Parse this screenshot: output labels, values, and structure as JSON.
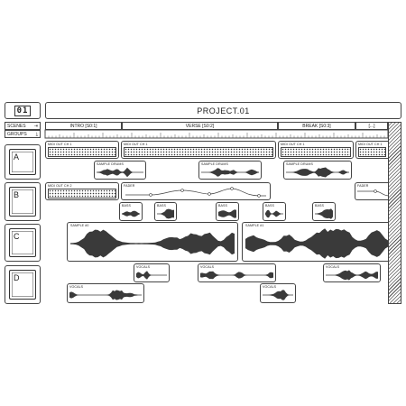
{
  "project_title": "PROJECT.01",
  "logo_text": "01",
  "header_rows": {
    "scenes": "SCENES",
    "groups": "GROUPS"
  },
  "scenes": [
    {
      "label": "INTRO [S0:1]"
    },
    {
      "label": "VERSE [S0:2]"
    },
    {
      "label": "BREAK [S0:3]"
    },
    {
      "label": "[...]"
    }
  ],
  "tracks": [
    {
      "key": "A"
    },
    {
      "key": "B"
    },
    {
      "key": "C"
    },
    {
      "key": "D"
    }
  ],
  "clips": {
    "midi_a": [
      "MIDI OUT CH 1",
      "MIDI OUT CH 1",
      "MIDI OUT CH 1",
      "MIDI OUT CH 1"
    ],
    "drums": [
      "SAMPLE DRUMS",
      "SAMPLE DRUMS",
      "SAMPLE DRUMS"
    ],
    "midi_b": "MIDI OUT CH 2",
    "faders": [
      "FADER",
      "FADER"
    ],
    "bass": [
      "BASS",
      "BASS",
      "BASS",
      "BASS",
      "BASS"
    ],
    "samples_c": [
      "SAMPLE #0",
      "SAMPLE #1"
    ],
    "vocals": [
      "VOCALS",
      "VOCALS",
      "VOCALS",
      "VOCALS",
      "VOCALS"
    ]
  },
  "colors": {
    "stroke": "#444444",
    "wave": "#3a3a3a",
    "bg": "#ffffff"
  }
}
